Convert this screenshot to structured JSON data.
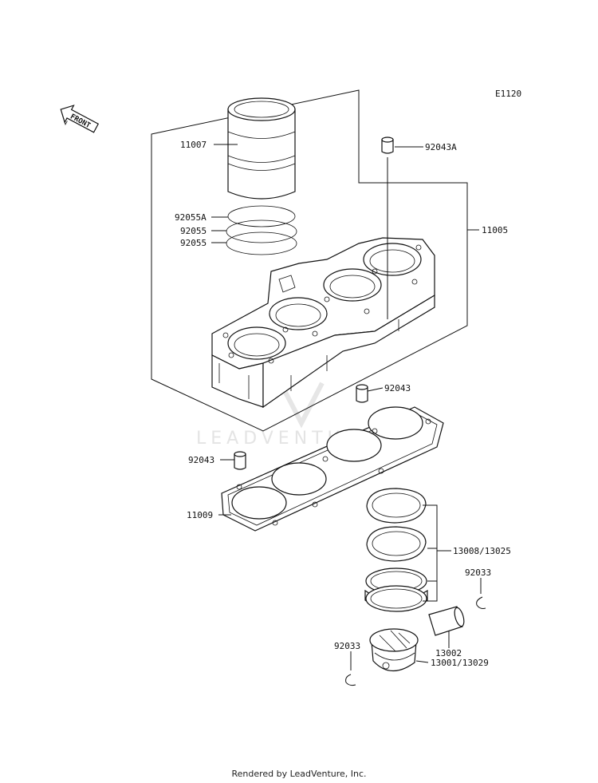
{
  "diagram_code": "E1120",
  "front_label": "FRONT",
  "watermark": "LEADVENTURE",
  "footer": "Rendered by LeadVenture, Inc.",
  "parts": [
    {
      "id": "11007",
      "label": "11007"
    },
    {
      "id": "92043A",
      "label": "92043A"
    },
    {
      "id": "92055A",
      "label": "92055A"
    },
    {
      "id": "92055-a",
      "label": "92055"
    },
    {
      "id": "92055-b",
      "label": "92055"
    },
    {
      "id": "11005",
      "label": "11005"
    },
    {
      "id": "92043-a",
      "label": "92043"
    },
    {
      "id": "92043-b",
      "label": "92043"
    },
    {
      "id": "11009",
      "label": "11009"
    },
    {
      "id": "13008",
      "label": "13008/13025"
    },
    {
      "id": "92033-a",
      "label": "92033"
    },
    {
      "id": "13002",
      "label": "13002"
    },
    {
      "id": "92033-b",
      "label": "92033"
    },
    {
      "id": "13001",
      "label": "13001/13029"
    }
  ]
}
